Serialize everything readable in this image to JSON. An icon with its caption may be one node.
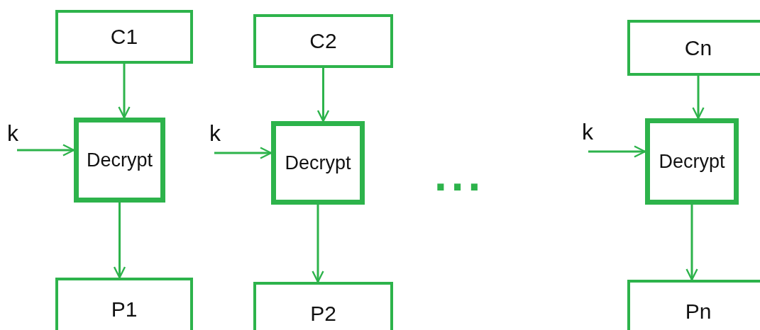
{
  "diagram": {
    "nodes": [
      {
        "text": [
          "C1"
        ]
      },
      {
        "text": [
          "C2"
        ]
      },
      {
        "text": [
          "Cn"
        ]
      },
      {
        "text": [
          "Decrypt"
        ]
      },
      {
        "text": [
          "Decrypt"
        ]
      },
      {
        "text": [
          "Decrypt"
        ]
      },
      {
        "text": [
          "P1"
        ]
      },
      {
        "text": [
          "P2"
        ]
      },
      {
        "text": [
          "Pn"
        ]
      }
    ],
    "edges": [
      {
        "from": 0,
        "to": 3,
        "arrow": "to"
      },
      {
        "from": 1,
        "to": 4,
        "arrow": "to"
      },
      {
        "from": 2,
        "to": 5,
        "arrow": "to"
      },
      {
        "from": null,
        "to": 3,
        "arrow": "to"
      },
      {
        "from": null,
        "to": 4,
        "arrow": "to"
      },
      {
        "from": null,
        "to": 5,
        "arrow": "to"
      },
      {
        "from": 3,
        "to": 6,
        "arrow": "to"
      },
      {
        "from": 4,
        "to": 7,
        "arrow": "to"
      },
      {
        "from": 5,
        "to": 8,
        "arrow": "to"
      }
    ],
    "labels": [
      "k",
      "k",
      "...",
      "k"
    ]
  }
}
